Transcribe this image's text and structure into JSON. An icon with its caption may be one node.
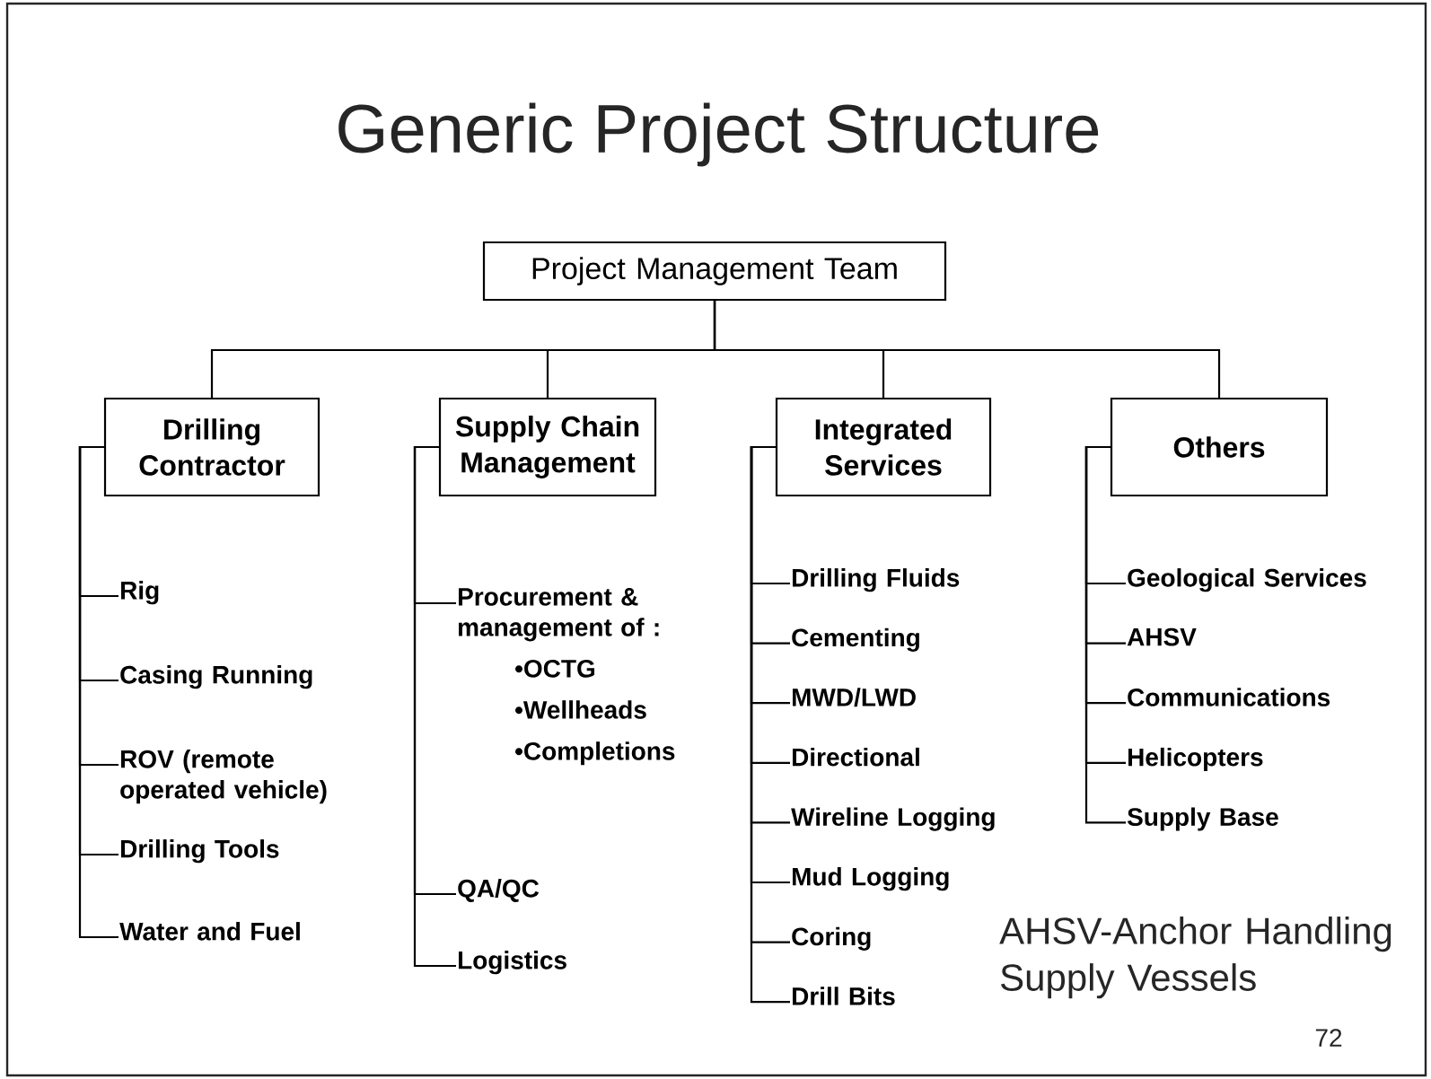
{
  "diagram": {
    "title": "Generic Project Structure",
    "nodes": [
      {
        "text": [
          "Project Management Team"
        ]
      },
      {
        "text": [
          "Drilling Contractor"
        ]
      },
      {
        "text": [
          "Supply Chain Management"
        ]
      },
      {
        "text": [
          "Integrated Services"
        ]
      },
      {
        "text": [
          "Others"
        ]
      },
      {
        "text": [
          "Rig"
        ]
      },
      {
        "text": [
          "Casing Running"
        ]
      },
      {
        "text": [
          "ROV (remote operated vehicle)"
        ]
      },
      {
        "text": [
          "Drilling Tools"
        ]
      },
      {
        "text": [
          "Water and Fuel"
        ]
      },
      {
        "text": [
          "Procurement & management of :",
          "•OCTG",
          "•Wellheads",
          "•Completions"
        ]
      },
      {
        "text": [
          "QA/QC"
        ]
      },
      {
        "text": [
          "Logistics"
        ]
      },
      {
        "text": [
          "Drilling Fluids"
        ]
      },
      {
        "text": [
          "Cementing"
        ]
      },
      {
        "text": [
          "MWD/LWD"
        ]
      },
      {
        "text": [
          "Directional"
        ]
      },
      {
        "text": [
          "Wireline Logging"
        ]
      },
      {
        "text": [
          "Mud Logging"
        ]
      },
      {
        "text": [
          "Coring"
        ]
      },
      {
        "text": [
          "Drill Bits"
        ]
      },
      {
        "text": [
          "Geological Services"
        ]
      },
      {
        "text": [
          "AHSV"
        ]
      },
      {
        "text": [
          "Communications"
        ]
      },
      {
        "text": [
          "Helicopters"
        ]
      },
      {
        "text": [
          "Supply Base"
        ]
      }
    ],
    "edges": [
      {
        "from": 0,
        "to": 1,
        "arrow": "none"
      },
      {
        "from": 0,
        "to": 2,
        "arrow": "none"
      },
      {
        "from": 0,
        "to": 3,
        "arrow": "none"
      },
      {
        "from": 0,
        "to": 4,
        "arrow": "none"
      },
      {
        "from": 1,
        "to": 5,
        "arrow": "none"
      },
      {
        "from": 1,
        "to": 6,
        "arrow": "none"
      },
      {
        "from": 1,
        "to": 7,
        "arrow": "none"
      },
      {
        "from": 1,
        "to": 8,
        "arrow": "none"
      },
      {
        "from": 1,
        "to": 9,
        "arrow": "none"
      },
      {
        "from": 2,
        "to": 10,
        "arrow": "none"
      },
      {
        "from": 2,
        "to": 11,
        "arrow": "none"
      },
      {
        "from": 2,
        "to": 12,
        "arrow": "none"
      },
      {
        "from": 3,
        "to": 13,
        "arrow": "none"
      },
      {
        "from": 3,
        "to": 14,
        "arrow": "none"
      },
      {
        "from": 3,
        "to": 15,
        "arrow": "none"
      },
      {
        "from": 3,
        "to": 16,
        "arrow": "none"
      },
      {
        "from": 3,
        "to": 17,
        "arrow": "none"
      },
      {
        "from": 3,
        "to": 18,
        "arrow": "none"
      },
      {
        "from": 3,
        "to": 19,
        "arrow": "none"
      },
      {
        "from": 3,
        "to": 20,
        "arrow": "none"
      },
      {
        "from": 4,
        "to": 21,
        "arrow": "none"
      },
      {
        "from": 4,
        "to": 22,
        "arrow": "none"
      },
      {
        "from": 4,
        "to": 23,
        "arrow": "none"
      },
      {
        "from": 4,
        "to": 24,
        "arrow": "none"
      },
      {
        "from": 4,
        "to": 25,
        "arrow": "none"
      }
    ],
    "labels": [
      "AHSV-Anchor Handling Supply Vessels",
      "72"
    ]
  }
}
